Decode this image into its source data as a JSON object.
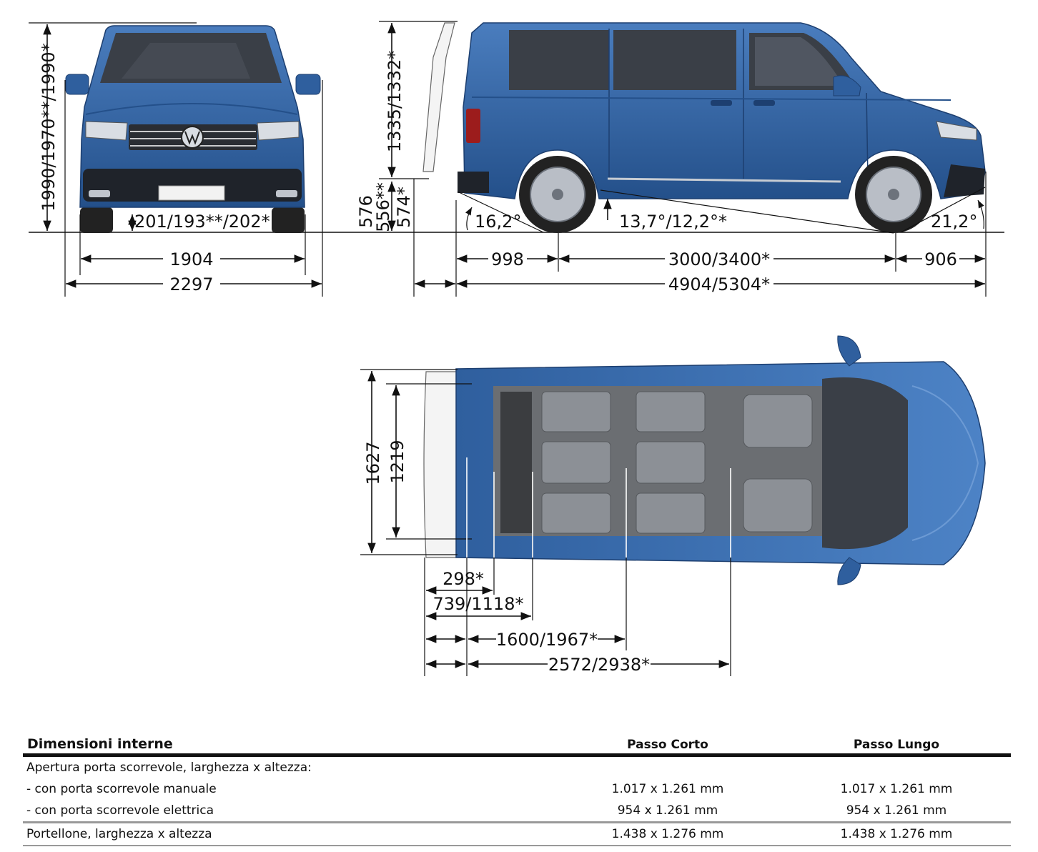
{
  "dimensions": {
    "front_height": "1990/1970**/1990*",
    "ground_clearance": "201/193**/202*",
    "track_width": "1904",
    "overall_width": "2297",
    "side_height": "1335/1332*",
    "load_sill_heights": [
      "576",
      "556**",
      "574*"
    ],
    "angle_approach_rear": "16,2°",
    "angle_ramp": "13,7°/12,2°*",
    "angle_front": "21,2°",
    "rear_overhang": "998",
    "wheelbase": "3000/3400*",
    "front_overhang": "906",
    "overall_length": "4904/5304*",
    "interior_width_max": "1627",
    "interior_width_min": "1219",
    "length_298": "298*",
    "length_739": "739/1118*",
    "length_1600": "1600/1967*",
    "length_2572": "2572/2938*"
  },
  "table": {
    "title": "Dimensioni interne",
    "col_short": "Passo Corto",
    "col_long": "Passo Lungo",
    "rows": [
      {
        "label": "Apertura porta scorrevole, larghezza x altezza:",
        "short": "",
        "long": ""
      },
      {
        "label": "- con porta scorrevole manuale",
        "short": "1.017 x 1.261 mm",
        "long": "1.017 x 1.261 mm"
      },
      {
        "label": "- con porta scorrevole elettrica",
        "short": "954 x 1.261 mm",
        "long": "954 x 1.261 mm"
      },
      {
        "label": "Portellone, larghezza x altezza",
        "short": "1.438 x 1.276 mm",
        "long": "1.438 x 1.276 mm"
      }
    ]
  },
  "colors": {
    "body": "#2f5f9e",
    "body_light": "#4a7dbe",
    "body_dark": "#1d3f70",
    "glass": "#3a3f47",
    "tyre": "#222222",
    "interior": "#6b6e72"
  }
}
